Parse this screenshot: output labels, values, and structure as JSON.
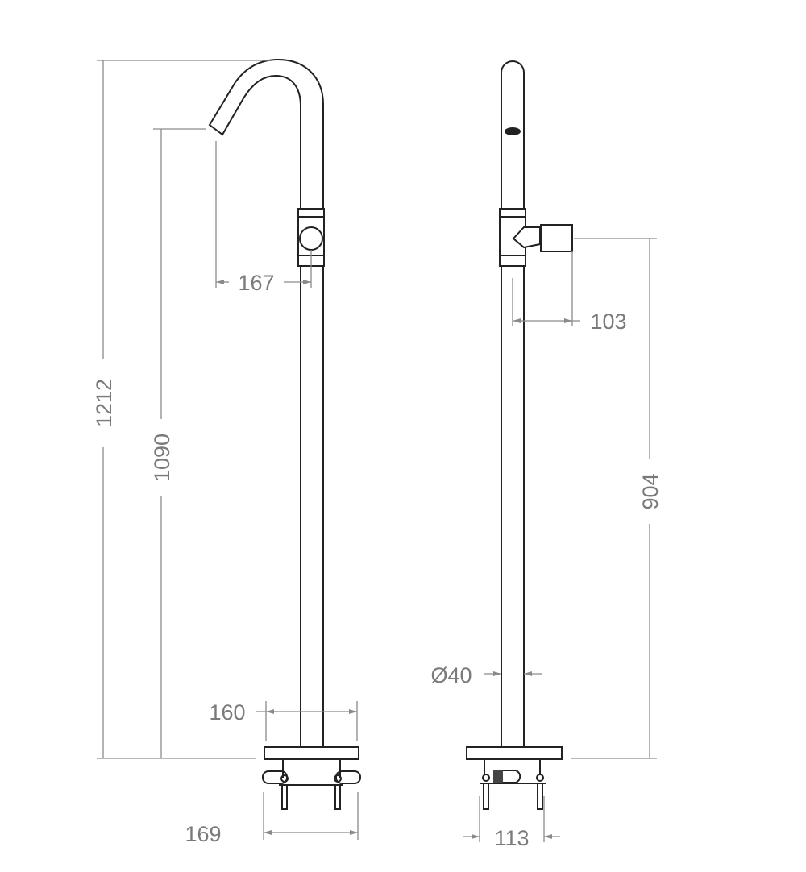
{
  "drawing": {
    "front_view": {
      "dimensions": {
        "total_height": "1212",
        "spout_height": "1090",
        "spout_reach": "167",
        "base_plate_width": "160",
        "mounting_width": "169"
      }
    },
    "side_view": {
      "dimensions": {
        "handle_projection": "103",
        "handle_height": "904",
        "pipe_diameter": "Ø40",
        "mounting_width": "113"
      }
    },
    "colors": {
      "outline": "#222222",
      "dimension": "#8a8a8a"
    }
  }
}
